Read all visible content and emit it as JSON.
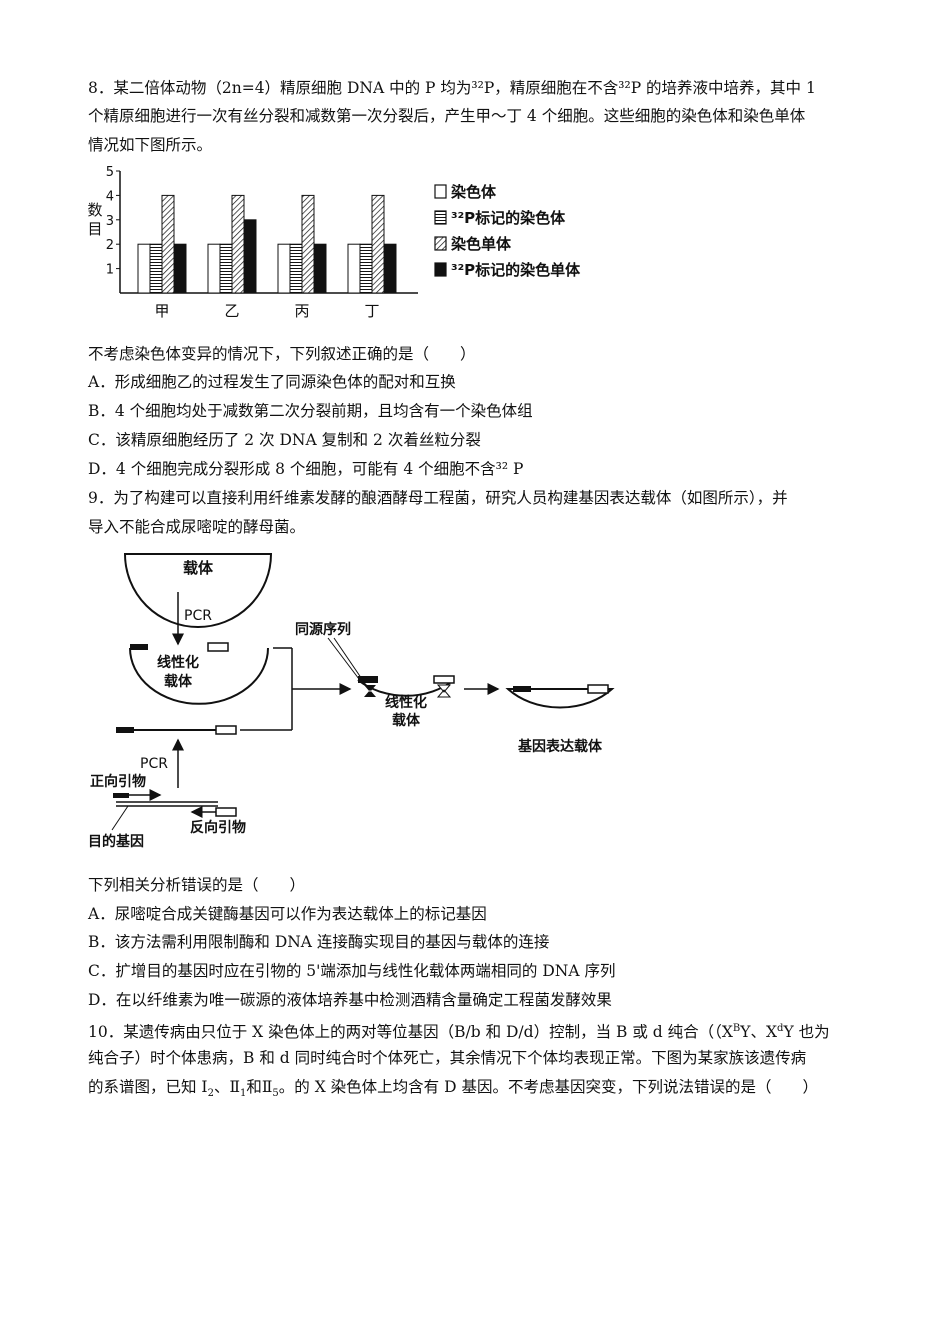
{
  "q8": {
    "line1a": "8．某二倍体动物（2n=4）精原细胞 DNA 中的 P 均为",
    "p32": "³²",
    "line1b": "P，精原细胞在不含",
    "line1c": "P 的培养液中培养，其中 1",
    "line2": "个精原细胞进行一次有丝分裂和减数第一次分裂后，产生甲～丁 4 个细胞。这些细胞的染色体和染色单体",
    "line3": "情况如下图所示。",
    "stem": "不考虑染色体变异的情况下，下列叙述正确的是（　　）",
    "optA": "A．形成细胞乙的过程发生了同源染色体的配对和互换",
    "optB": "B．4 个细胞均处于减数第二次分裂前期，且均含有一个染色体组",
    "optC": "C．该精原细胞经历了 2 次 DNA 复制和 2 次着丝粒分裂",
    "optD": "D．4 个细胞完成分裂形成 8 个细胞，可能有 4 个细胞不含³² P"
  },
  "chart_data": {
    "type": "bar",
    "ylabel": "数目",
    "yticks": [
      "1",
      "2",
      "3",
      "4",
      "5"
    ],
    "ylim": [
      0,
      5
    ],
    "categories": [
      "甲",
      "乙",
      "丙",
      "丁"
    ],
    "series": [
      {
        "name": "染色体",
        "values": [
          2,
          2,
          2,
          2
        ]
      },
      {
        "name": "³²P标记的染色体",
        "values": [
          2,
          2,
          2,
          2
        ]
      },
      {
        "name": "染色单体",
        "values": [
          4,
          4,
          4,
          4
        ]
      },
      {
        "name": "³²P标记的染色单体",
        "values": [
          2,
          3,
          2,
          2
        ]
      }
    ],
    "legend_position": "right"
  },
  "q9": {
    "line1": "9．为了构建可以直接利用纤维素发酵的酿酒酵母工程菌，研究人员构建基因表达载体（如图所示），并",
    "line2": "导入不能合成尿嘧啶的酵母菌。",
    "diagram": {
      "vector": "载体",
      "pcr1": "PCR",
      "linear_vector_1": "线性化",
      "linear_vector_2": "载体",
      "homologous": "同源序列",
      "linear_vector_b1": "线性化",
      "linear_vector_b2": "载体",
      "expression_vector": "基因表达载体",
      "pcr2": "PCR",
      "forward_primer": "正向引物",
      "reverse_primer": "反向引物",
      "target_gene": "目的基因"
    },
    "stem": "下列相关分析错误的是（　　）",
    "optA": "A．尿嘧啶合成关键酶基因可以作为表达载体上的标记基因",
    "optB": "B．该方法需利用限制酶和 DNA 连接酶实现目的基因与载体的连接",
    "optC": "C．扩增目的基因时应在引物的 5'端添加与线性化载体两端相同的 DNA 序列",
    "optD": "D．在以纤维素为唯一碳源的液体培养基中检测酒精含量确定工程菌发酵效果"
  },
  "q10": {
    "line1a": "10．某遗传病由只位于 X 染色体上的两对等位基因（B/b 和 D/d）控制，当 B 或 d 纯合（（X",
    "supB": "B",
    "line1b": "Y、X",
    "supd": "d",
    "line1c": "Y 也为",
    "line2": "纯合子）时个体患病，B 和 d 同时纯合时个体死亡，其余情况下个体均表现正常。下图为某家族该遗传病",
    "line3a": "的系谱图，已知 I",
    "sub2": "2",
    "line3b": "、Ⅱ",
    "sub1": "1",
    "line3c": "和Ⅱ",
    "sub5": "5",
    "line3d": "。的 X 染色体上均含有 D 基因。不考虑基因突变，下列说法错误的是（　　）"
  }
}
